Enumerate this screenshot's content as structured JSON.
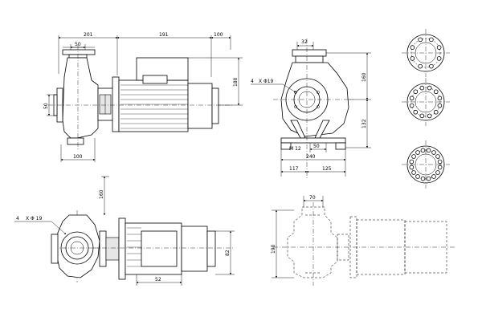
{
  "dimensions": {
    "side_view": {
      "top_left": "201",
      "top_mid": "191",
      "top_right": "100",
      "flange_top": "50",
      "flange_left": "50",
      "base": "100",
      "height": "180"
    },
    "end_view": {
      "top": "32",
      "height_upper": "160",
      "height_lower": "132",
      "bolt_note_count": "4",
      "bolt_note_spec": "X Φ19",
      "thread": "M 12",
      "foot": "50",
      "base_total": "240",
      "base_left": "117",
      "base_right": "125"
    },
    "lower_end_view": {
      "bolt_note_count": "4",
      "bolt_note_spec": "X Φ 19",
      "height": "160"
    },
    "plan_view": {
      "height": "82",
      "base": "52"
    },
    "hidden_view": {
      "top": "70",
      "height": "190"
    }
  }
}
